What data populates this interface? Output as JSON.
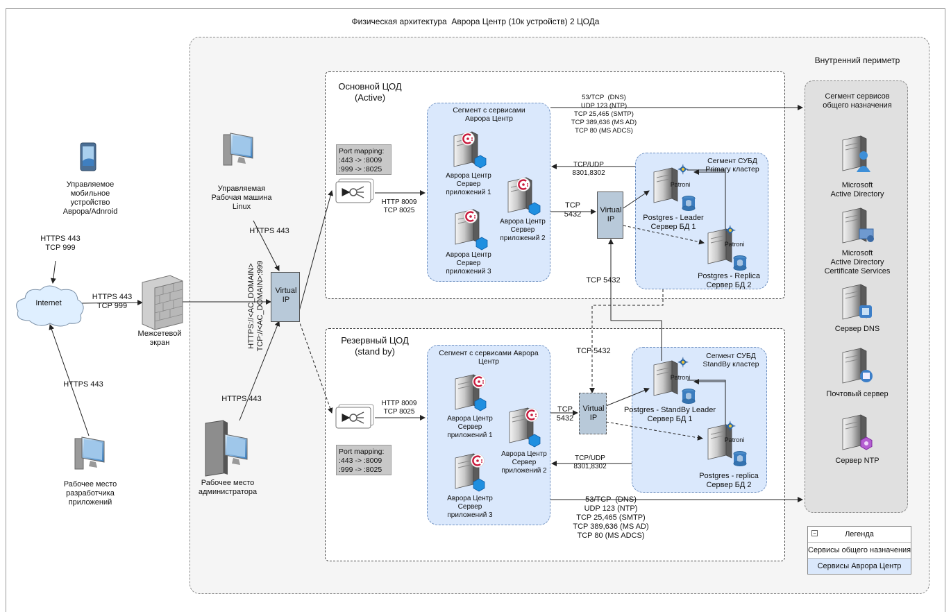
{
  "title": "Физическая архитектура  Аврора Центр (10к устройств) 2 ЦОДа",
  "internal_perimeter": "Внутренний периметр",
  "internet": "Internet",
  "firewall": "Межсетевой\nэкран",
  "mobile_device": "Управляемое\nмобильное\nустройство\nАврора/Adnroid",
  "mobile_conn": "HTTPS 443\nTCP 999",
  "internet_fw_conn": "HTTPS 443\nTCP 999",
  "dev_conn": "HTTPS 443",
  "dev_workstation": "Рабочее место\nразработчика\nприложений",
  "linux_ws": "Управляемая\nРабочая машина\nLinux",
  "linux_conn": "HTTPS 443",
  "admin_ws": "Рабочее место\nадминистратора",
  "admin_conn": "HTTPS 443",
  "vertical_urls": "HTTPS://<AC_DOMAIN>\nTCP://<AC_DOMAIN>:999",
  "virtual_ip": "Virtual\nIP",
  "active": {
    "dc_title": "Основной ЦОД\n(Active)",
    "port_mapping": "Port mapping:\n:443 -> :8009\n:999 -> :8025",
    "http_conn": "HTTP 8009\nTCP 8025",
    "services_segment": "Сегмент с сервисами\nАврора Центр",
    "app1": "Аврора Центр\nСервер\nприложений 1",
    "app2": "Аврора Центр\nСервер\nприложений 2",
    "app3": "Аврора Центр\nСервер\nприложений 3",
    "general_conn": "53/TCP  (DNS)\nUDP 123 (NTP)\nTCP 25,465 (SMTP)\nTCP 389,636 (MS AD)\nTCP 80 (MS ADCS)",
    "consul_conn": "TCP/UDP\n8301,8302",
    "tcp5432": "TCP\n5432",
    "db_segment": "Сегмент СУБД\nPrimary кластер",
    "leader": "Postgres - Leader\nСервер БД 1",
    "replica": "Postgres - Replica\nСервер БД 2"
  },
  "standby": {
    "dc_title": "Резервный ЦОД\n(stand by)",
    "port_mapping": "Port mapping:\n:443 -> :8009\n:999 -> :8025",
    "http_conn": "HTTP 8009\nTCP 8025",
    "services_segment": "Сегмент с сервисами Аврора\nЦентр",
    "app1": "Аврора Центр\nСервер\nприложений 1",
    "app2": "Аврора Центр\nСервер\nприложений 2",
    "app3": "Аврора Центр\nСервер\nприложений 3",
    "general_conn": "53/TCP  (DNS)\nUDP 123 (NTP)\nTCP 25,465 (SMTP)\nTCP 389,636 (MS AD)\nTCP 80 (MS ADCS)",
    "consul_conn": "TCP/UDP\n8301,8302",
    "tcp5432": "TCP\n5432",
    "db_segment": "Сегмент СУБД\nStandBy кластер",
    "leader": "Postgres - StandBy Leader\nСервер БД 1",
    "replica": "Postgres - replica\nСервер БД 2"
  },
  "replication_conn_1": "TCP 5432",
  "replication_conn_2": "TCP 5432",
  "patroni": "Patroni",
  "general_segment": "Сегмент сервисов\nобщего назначения",
  "svc_ad": "Microsoft\nActive Directory",
  "svc_adcs": "Microsoft\nActive Directory\nCertificate Services",
  "svc_dns": "Сервер DNS",
  "svc_mail": "Почтовый сервер",
  "svc_ntp": "Сервер NTP",
  "legend": {
    "title": "Легенда",
    "general": "Сервисы общего назначения",
    "aurora": "Сервисы Аврора Центр"
  },
  "colors": {
    "aurora_fill": "#dae8fc",
    "aurora_border": "#6c8ebf",
    "general_fill": "#e0e0e0",
    "outer_fill": "#f5f5f5",
    "vip_fill": "#b8c9d9",
    "portmap_fill": "#c8c8c8",
    "cloud_fill": "#dfefff",
    "accent_red": "#c8193c"
  },
  "icons": [
    "tablet-icon",
    "cloud-icon",
    "firewall-icon",
    "monitor-icon",
    "server-icon",
    "balancer-icon",
    "database-icon",
    "consul-icon",
    "patroni-icon"
  ]
}
